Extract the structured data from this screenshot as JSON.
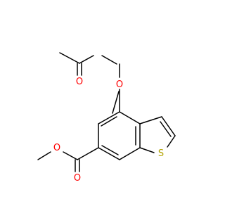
{
  "molecule": {
    "atoms": [
      {
        "id": "O1",
        "symbol": "O",
        "color": "#ff0000"
      },
      {
        "id": "O2",
        "symbol": "O",
        "color": "#ff0000"
      },
      {
        "id": "O3",
        "symbol": "O",
        "color": "#ff0000"
      },
      {
        "id": "O4",
        "symbol": "O",
        "color": "#ff0000"
      },
      {
        "id": "S1",
        "symbol": "S",
        "color": "#b2a200"
      }
    ]
  }
}
